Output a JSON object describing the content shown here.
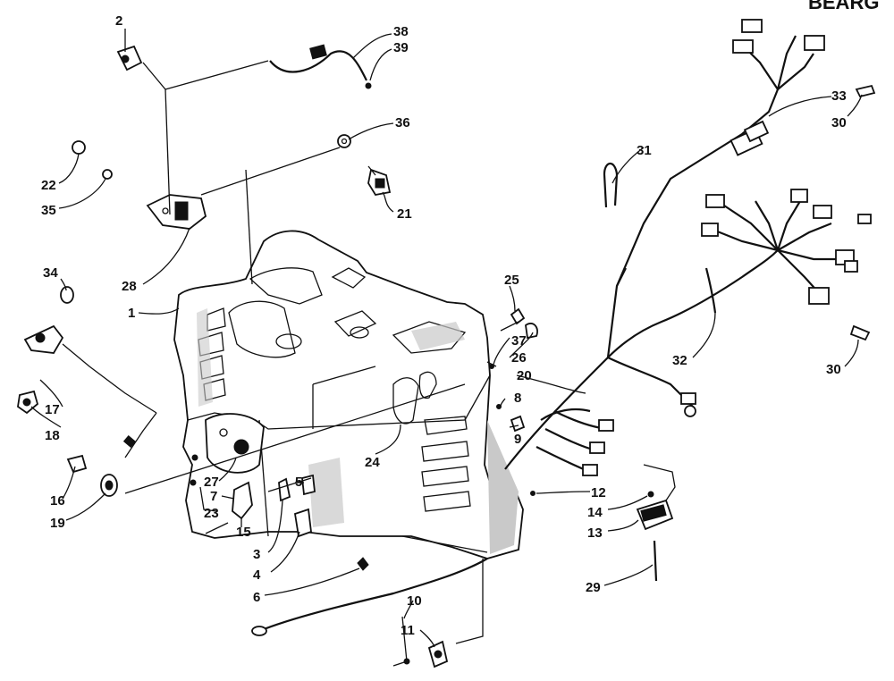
{
  "header": {
    "partial_text": "BEARG"
  },
  "labels": [
    {
      "id": "L2",
      "text": "2"
    },
    {
      "id": "L38",
      "text": "38"
    },
    {
      "id": "L39",
      "text": "39"
    },
    {
      "id": "L36",
      "text": "36"
    },
    {
      "id": "L22",
      "text": "22"
    },
    {
      "id": "L35",
      "text": "35"
    },
    {
      "id": "L21",
      "text": "21"
    },
    {
      "id": "L28",
      "text": "28"
    },
    {
      "id": "L34",
      "text": "34"
    },
    {
      "id": "L1",
      "text": "1"
    },
    {
      "id": "L25",
      "text": "25"
    },
    {
      "id": "L37",
      "text": "37"
    },
    {
      "id": "L26",
      "text": "26"
    },
    {
      "id": "L20",
      "text": "20"
    },
    {
      "id": "L8",
      "text": "8"
    },
    {
      "id": "L9",
      "text": "9"
    },
    {
      "id": "L17",
      "text": "17"
    },
    {
      "id": "L18",
      "text": "18"
    },
    {
      "id": "L24",
      "text": "24"
    },
    {
      "id": "L27",
      "text": "27"
    },
    {
      "id": "L5",
      "text": "5"
    },
    {
      "id": "L7",
      "text": "7"
    },
    {
      "id": "L16",
      "text": "16"
    },
    {
      "id": "L19",
      "text": "19"
    },
    {
      "id": "L23",
      "text": "23"
    },
    {
      "id": "L15",
      "text": "15"
    },
    {
      "id": "L3",
      "text": "3"
    },
    {
      "id": "L4",
      "text": "4"
    },
    {
      "id": "L6",
      "text": "6"
    },
    {
      "id": "L12",
      "text": "12"
    },
    {
      "id": "L14",
      "text": "14"
    },
    {
      "id": "L13",
      "text": "13"
    },
    {
      "id": "L29",
      "text": "29"
    },
    {
      "id": "L10",
      "text": "10"
    },
    {
      "id": "L11",
      "text": "11"
    },
    {
      "id": "L31",
      "text": "31"
    },
    {
      "id": "L33",
      "text": "33"
    },
    {
      "id": "L30a",
      "text": "30"
    },
    {
      "id": "L32",
      "text": "32"
    },
    {
      "id": "L30b",
      "text": "30"
    }
  ]
}
